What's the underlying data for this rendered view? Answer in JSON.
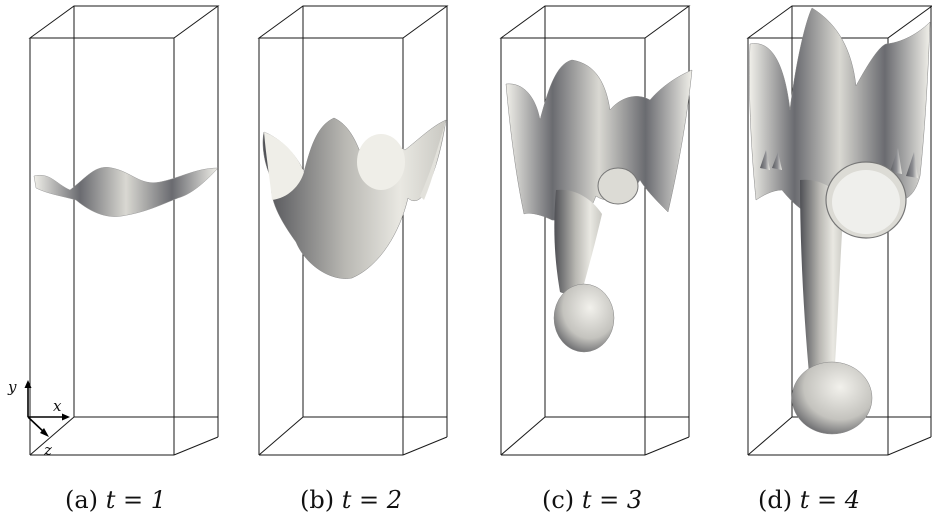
{
  "panels": [
    {
      "label": "(a)",
      "math": "t = 1"
    },
    {
      "label": "(b)",
      "math": "t = 2"
    },
    {
      "label": "(c)",
      "math": "t = 3"
    },
    {
      "label": "(d)",
      "math": "t = 4"
    }
  ],
  "axes": {
    "x": "x",
    "y": "y",
    "z": "z"
  },
  "colors": {
    "surface_light": "#ecebe4",
    "surface_dark": "#5d5e62",
    "box_lines": "#1a1a1a"
  }
}
